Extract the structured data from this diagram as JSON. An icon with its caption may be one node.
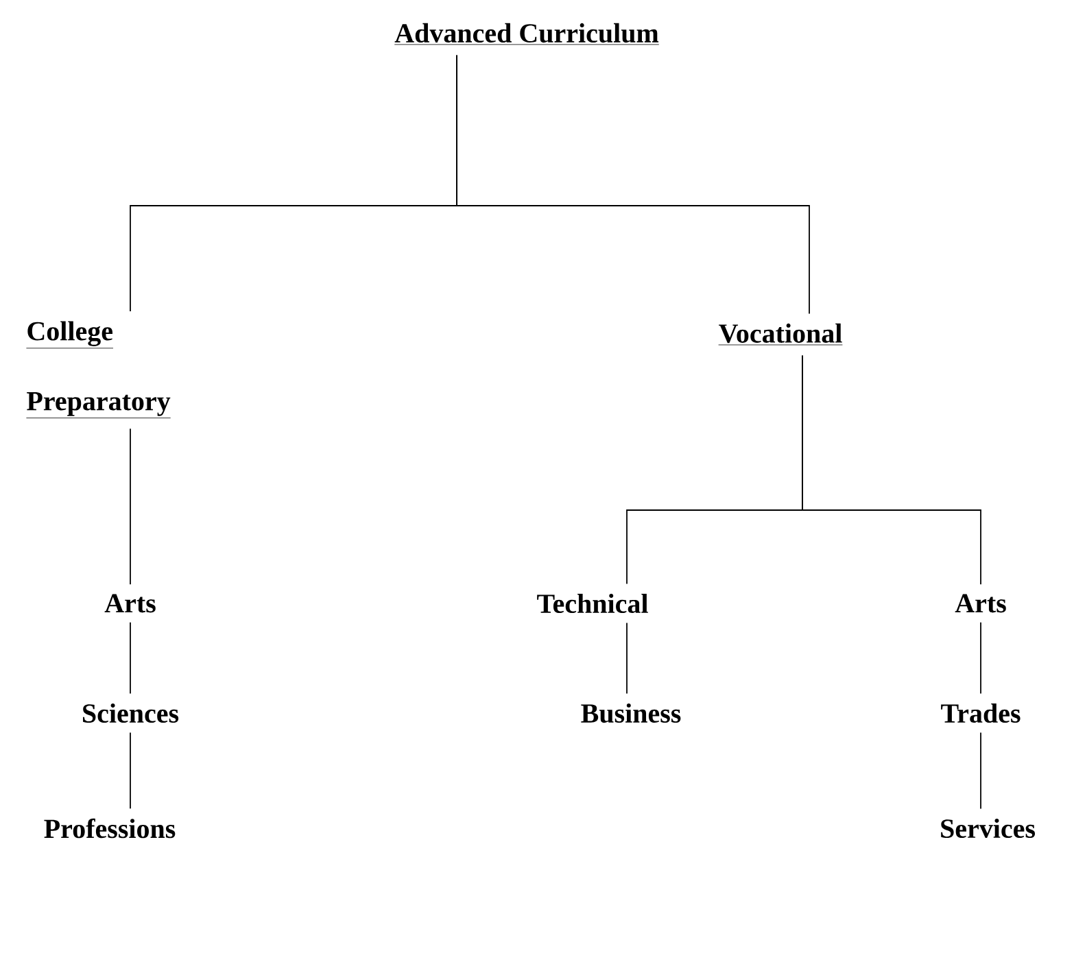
{
  "diagram": {
    "nodes": [
      {
        "text": [
          "Advanced Curriculum"
        ]
      },
      {
        "text": [
          "College",
          "Preparatory"
        ]
      },
      {
        "text": [
          "Vocational"
        ]
      },
      {
        "text": [
          "Arts"
        ]
      },
      {
        "text": [
          "Sciences"
        ]
      },
      {
        "text": [
          "Professions"
        ]
      },
      {
        "text": [
          "Technical"
        ]
      },
      {
        "text": [
          "Business"
        ]
      },
      {
        "text": [
          "Arts"
        ]
      },
      {
        "text": [
          "Trades"
        ]
      },
      {
        "text": [
          "Services"
        ]
      }
    ],
    "edges": [
      {
        "from": 0,
        "to": 1,
        "arrow": "none"
      },
      {
        "from": 0,
        "to": 2,
        "arrow": "none"
      },
      {
        "from": 1,
        "to": 3,
        "arrow": "none"
      },
      {
        "from": 3,
        "to": 4,
        "arrow": "none"
      },
      {
        "from": 4,
        "to": 5,
        "arrow": "none"
      },
      {
        "from": 2,
        "to": 6,
        "arrow": "none"
      },
      {
        "from": 2,
        "to": 8,
        "arrow": "none"
      },
      {
        "from": 6,
        "to": 7,
        "arrow": "none"
      },
      {
        "from": 8,
        "to": 9,
        "arrow": "none"
      },
      {
        "from": 9,
        "to": 10,
        "arrow": "none"
      }
    ]
  }
}
